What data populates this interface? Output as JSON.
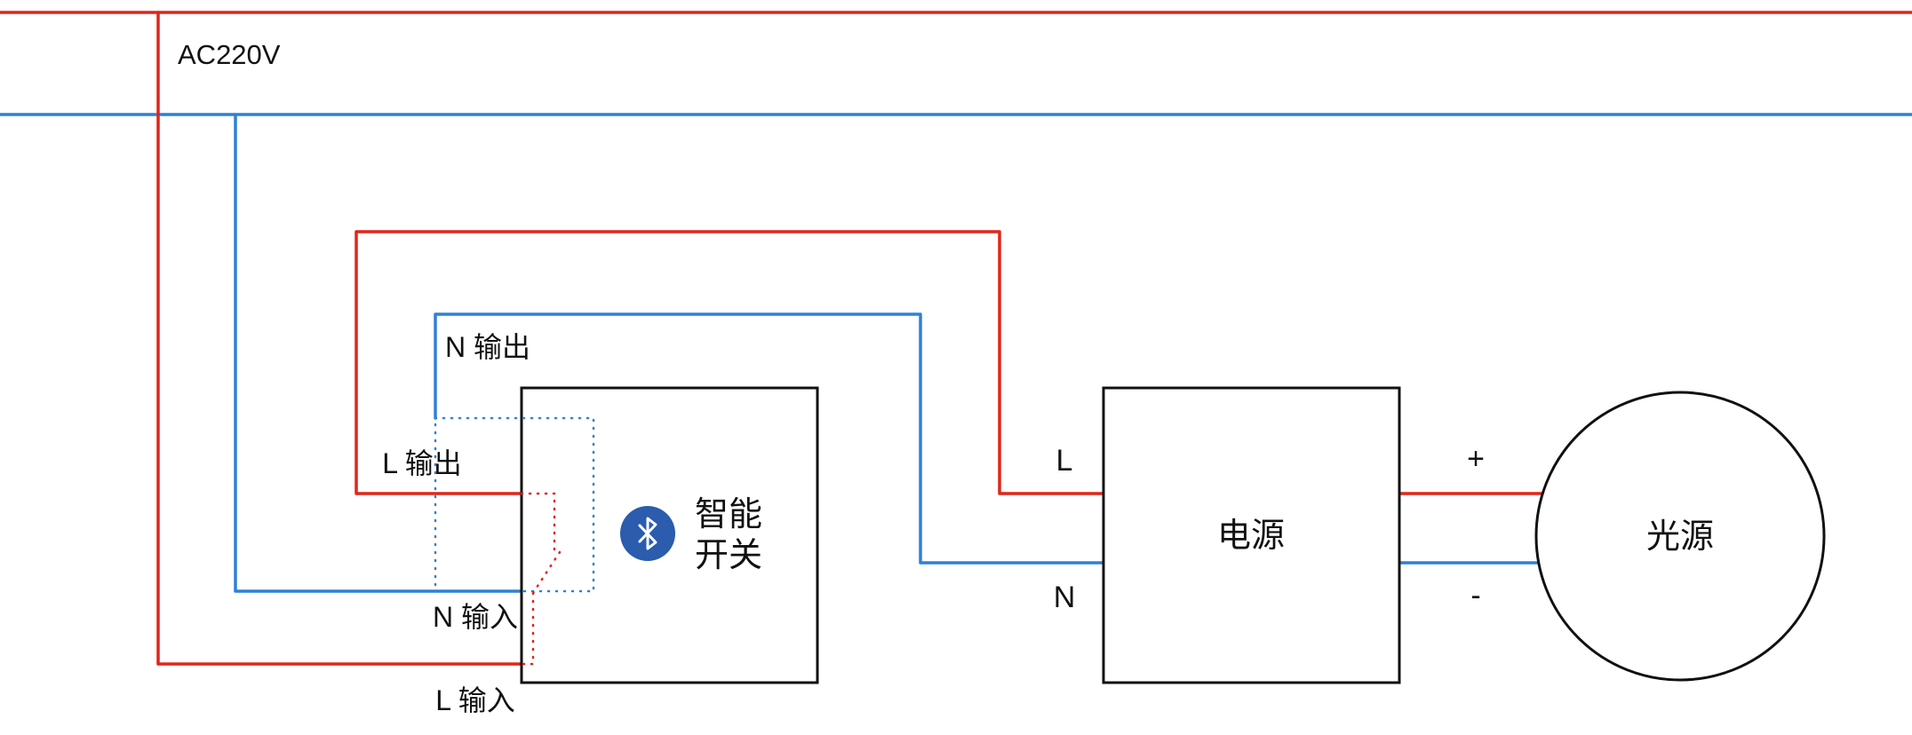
{
  "diagram": {
    "colors": {
      "live_wire": "#e0251b",
      "neutral_wire": "#2f80d6",
      "outline": "#111111",
      "bluetooth_badge": "#2b5cad",
      "bluetooth_glyph": "#ffffff"
    },
    "labels": {
      "supply_voltage": "AC220V",
      "neutral_output": "N 输出",
      "live_output": "L 输出",
      "neutral_input": "N 输入",
      "live_input": "L 输入",
      "power_live_terminal": "L",
      "power_neutral_terminal": "N",
      "positive_terminal": "+",
      "negative_terminal": "-",
      "switch_name_line1": "智能",
      "switch_name_line2": "开关",
      "power_supply": "电源",
      "light_source": "光源"
    }
  }
}
